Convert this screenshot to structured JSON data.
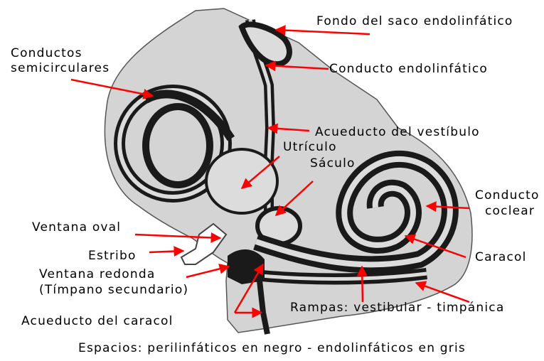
{
  "labels": {
    "fondo_saco": "Fondo del saco endolinfático",
    "conductos_semicirculares_1": "Conductos",
    "conductos_semicirculares_2": "semicirculares",
    "conducto_endolinfatico": "Conducto endolinfático",
    "acueducto_vestibulo": "Acueducto del vestíbulo",
    "utriculo": "Utrículo",
    "saculo": "Sáculo",
    "conducto_coclear_1": "Conducto",
    "conducto_coclear_2": "coclear",
    "ventana_oval": "Ventana oval",
    "estribo": "Estribo",
    "caracol": "Caracol",
    "ventana_redonda": "Ventana redonda",
    "timpano_secundario": "(Tímpano secundario)",
    "rampas": "Rampas: vestibular - timpánica",
    "acueducto_caracol": "Acueducto del caracol"
  },
  "caption": "Espacios: perilinfáticos en negro  - endolinfáticos en gris",
  "colors": {
    "arrow": "#ff0000",
    "bone": "#d4d4d4",
    "perilymph": "#1a1a1a",
    "endolymph": "#dcdcdc"
  }
}
